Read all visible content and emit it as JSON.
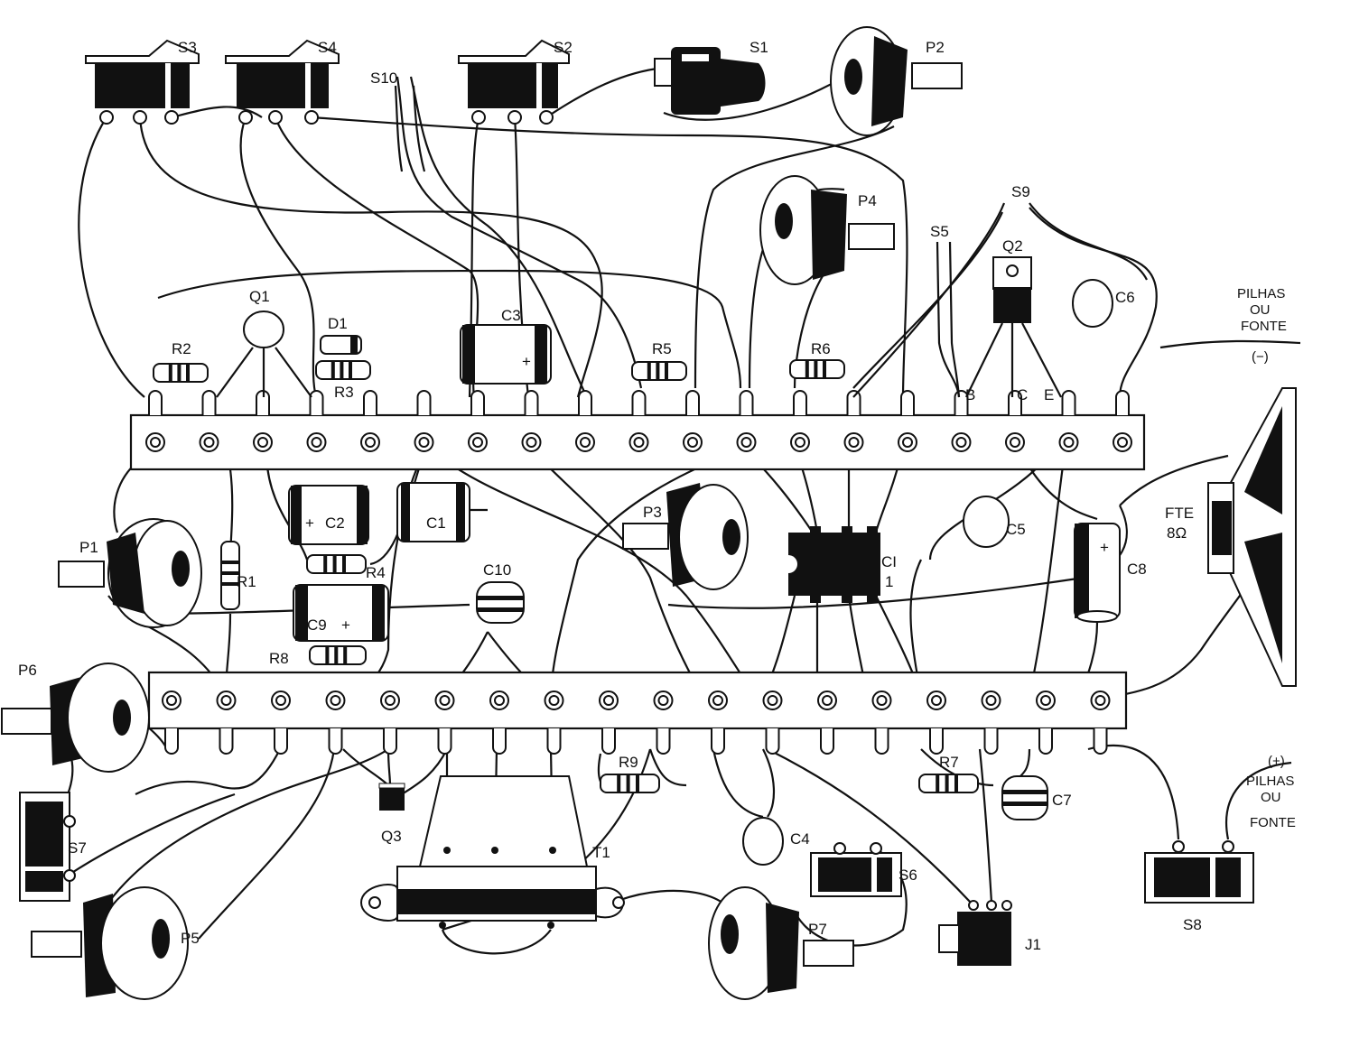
{
  "switches": {
    "s1": "S1",
    "s2": "S2",
    "s3": "S3",
    "s4": "S4",
    "s5": "S5",
    "s6": "S6",
    "s7": "S7",
    "s8": "S8",
    "s9": "S9",
    "s10": "S10"
  },
  "pots": {
    "p1": "P1",
    "p2": "P2",
    "p3": "P3",
    "p4": "P4",
    "p5": "P5",
    "p6": "P6",
    "p7": "P7"
  },
  "transistors": {
    "q1": "Q1",
    "q2": "Q2",
    "q3": "Q3"
  },
  "q2_pins": {
    "b": "B",
    "c": "C",
    "e": "E"
  },
  "resistors": {
    "r1": "R1",
    "r2": "R2",
    "r3": "R3",
    "r4": "R4",
    "r5": "R5",
    "r6": "R6",
    "r7": "R7",
    "r8": "R8",
    "r9": "R9"
  },
  "capacitors": {
    "c1": "C1",
    "c2": "C2",
    "c3": "C3",
    "c4": "C4",
    "c5": "C5",
    "c6": "C6",
    "c7": "C7",
    "c8": "C8",
    "c9": "C9",
    "c10": "C10"
  },
  "diode": "D1",
  "ic": {
    "line1": "CI",
    "line2": "1"
  },
  "transformer": "T1",
  "jack": "J1",
  "speaker": {
    "line1": "FTE",
    "line2": "8Ω"
  },
  "supply_neg": {
    "line1": "PILHAS",
    "line2": "OU",
    "line3": "FONTE",
    "polarity": "(−)"
  },
  "supply_pos": {
    "polarity": "(+)",
    "line1": "PILHAS",
    "line2": "OU",
    "line3": "FONTE"
  },
  "polarity_marks": {
    "plus": "+"
  }
}
